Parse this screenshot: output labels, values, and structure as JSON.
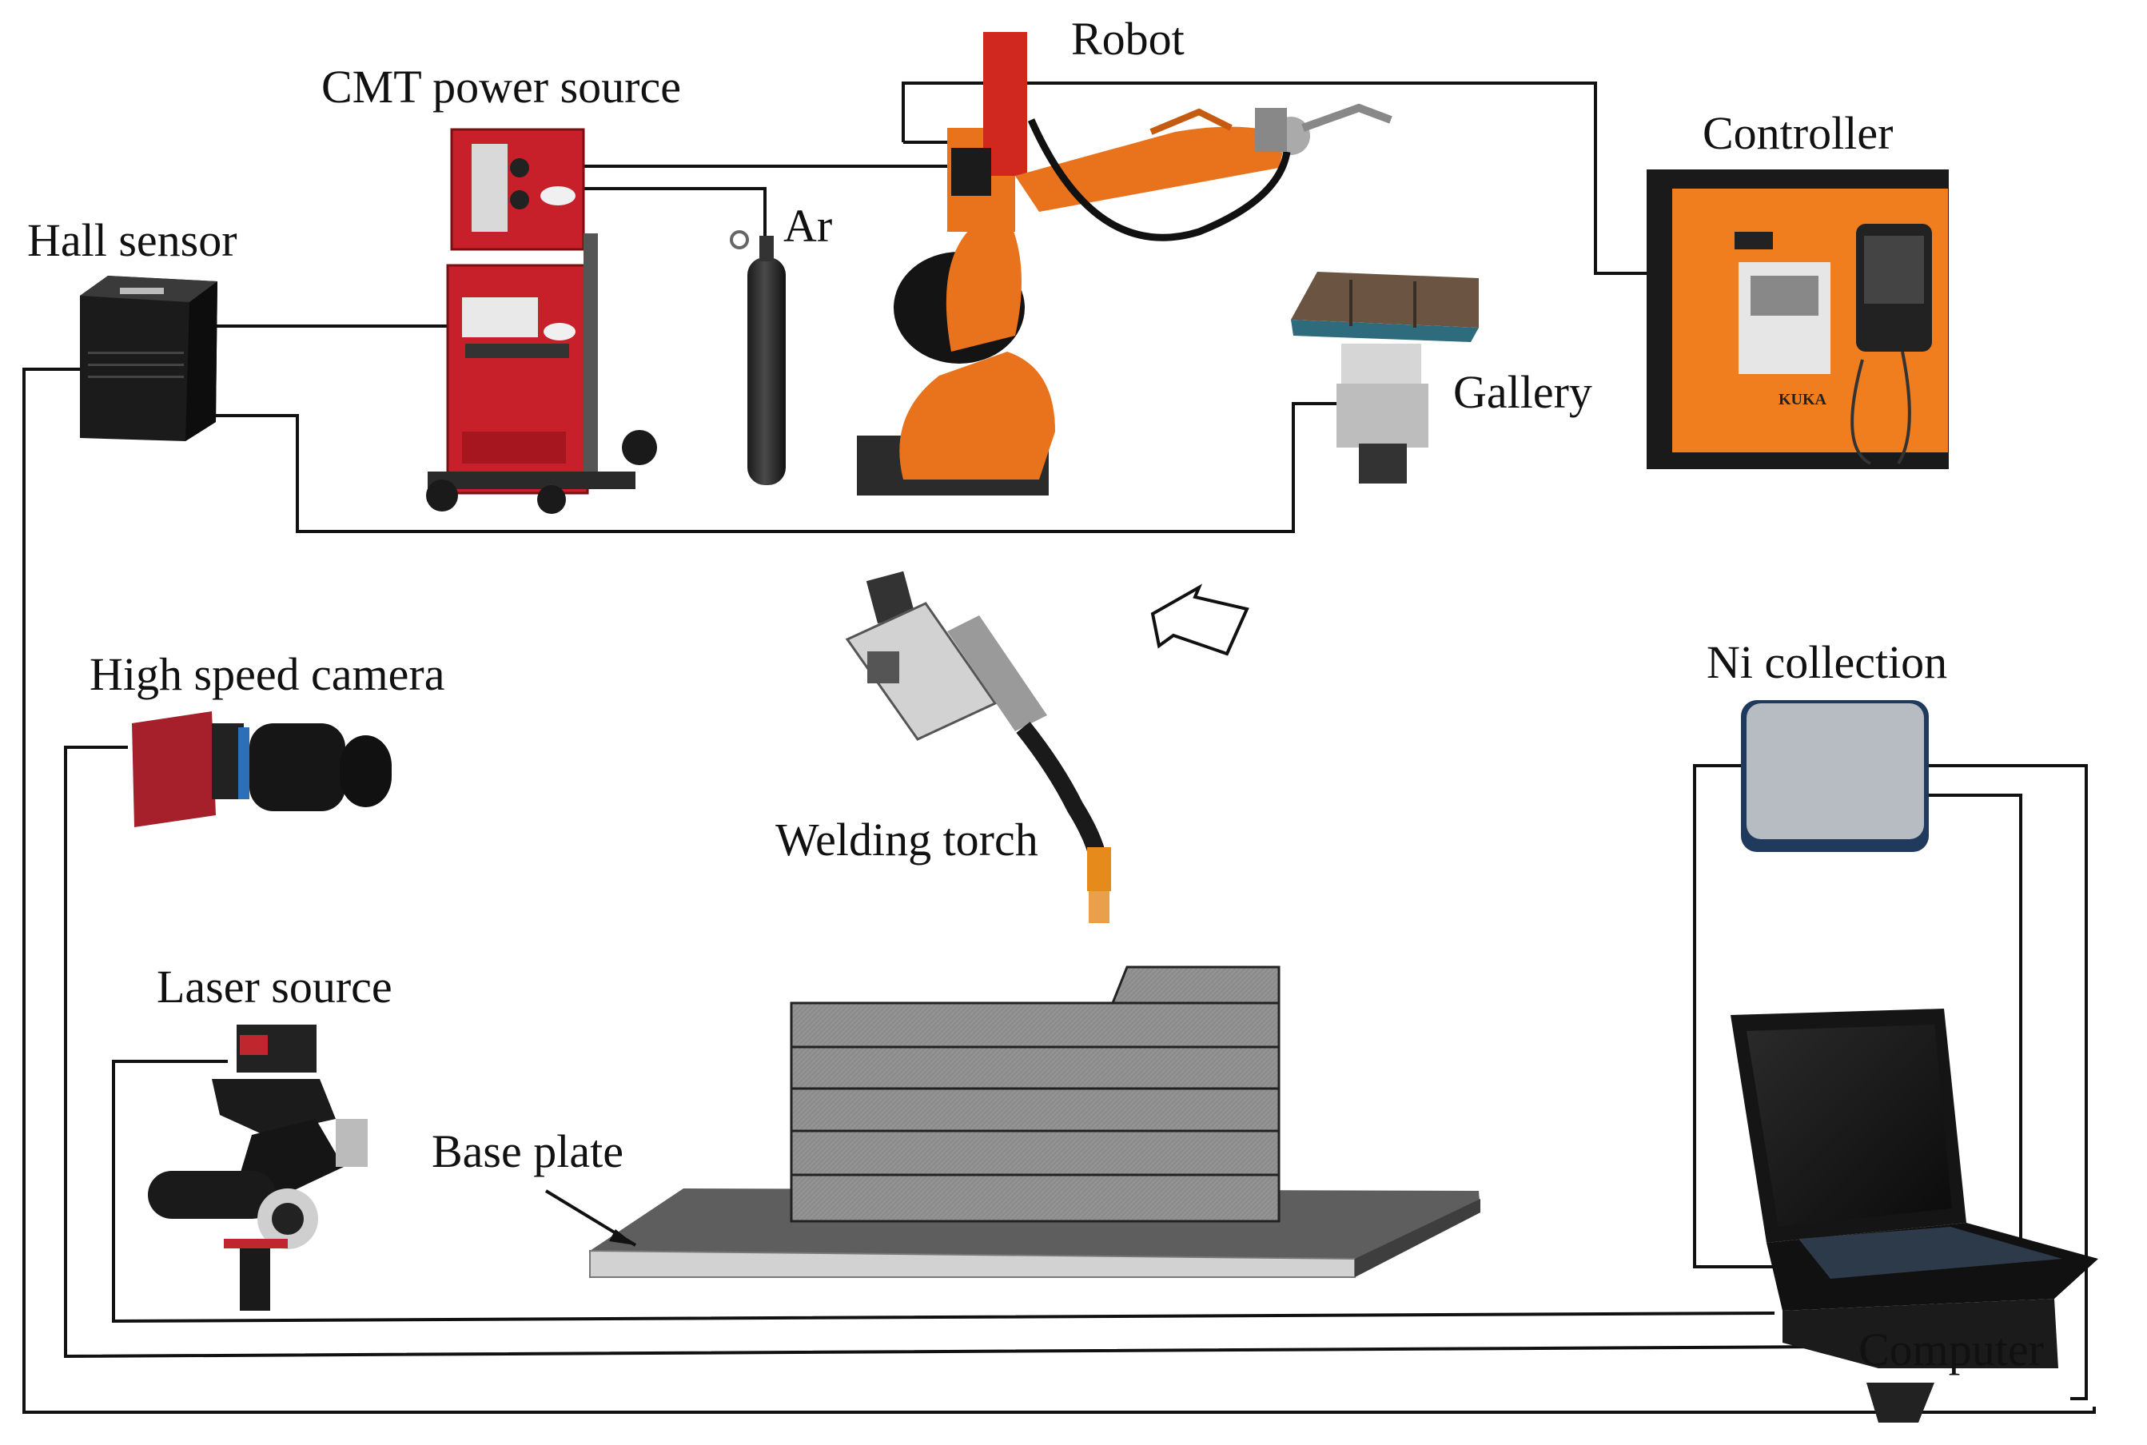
{
  "labels": {
    "robot": "Robot",
    "cmt_power_source": "CMT power source",
    "controller": "Controller",
    "hall_sensor": "Hall sensor",
    "ar": "Ar",
    "gallery": "Gallery",
    "high_speed_camera": "High speed camera",
    "ni_collection": "Ni collection",
    "welding_torch": "Welding torch",
    "laser_source": "Laser source",
    "base_plate": "Base plate",
    "computer": "Computer"
  },
  "equipment_markings": {
    "controller_brand": "KUKA"
  },
  "colors": {
    "robot_orange": "#e8731c",
    "power_source_red": "#c8202a",
    "controller_orange": "#f07d1e",
    "cable": "#111111",
    "deposit_gray": "#8f8f8f",
    "base_plate_top": "#5e5e5e"
  },
  "icons": [
    "hall-sensor-box-icon",
    "cmt-power-source-icon",
    "argon-cylinder-icon",
    "robot-arm-icon",
    "controller-cabinet-icon",
    "gallery-positioner-icon",
    "high-speed-camera-icon",
    "ni-collection-box-icon",
    "welding-torch-icon",
    "laser-source-icon",
    "laptop-computer-icon",
    "hollow-arrow-icon"
  ]
}
